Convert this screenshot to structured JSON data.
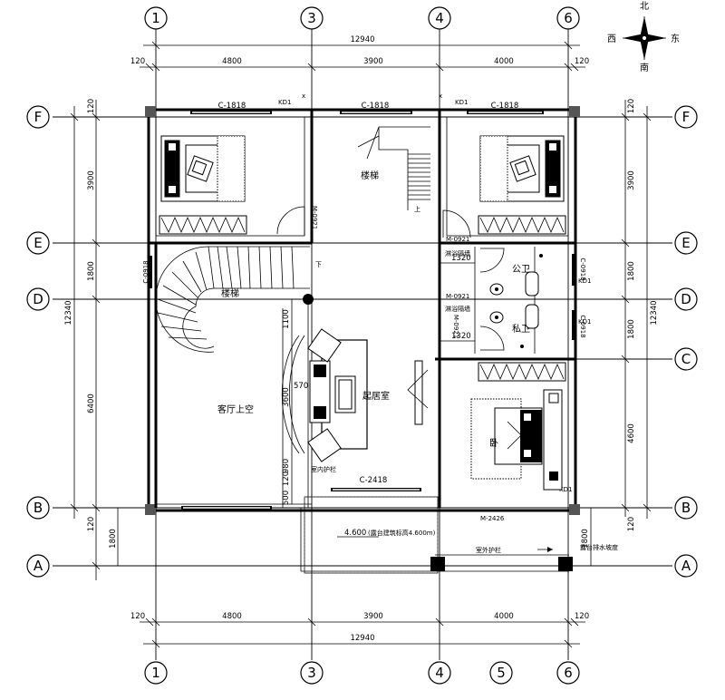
{
  "plan": {
    "axes_vertical": [
      "1",
      "3",
      "4",
      "6"
    ],
    "axis_extra": "5",
    "axes_horizontal": [
      "F",
      "E",
      "D",
      "C",
      "B",
      "A"
    ],
    "top_total": "12940",
    "bottom_total": "12940",
    "span_a": "4800",
    "span_b": "3900",
    "span_c": "4000",
    "edge_120": "120",
    "left_total": "12340",
    "right_total": "12340",
    "v_3900": "3900",
    "v_1800": "1800",
    "v_6400": "6400",
    "v_4600": "4600",
    "v_1100": "1100",
    "v_3600": "3600",
    "v_980": "980",
    "v_570": "570",
    "v_500": "500",
    "v_1320": "1320",
    "compass": {
      "north": "北",
      "east": "东",
      "west": "西",
      "south": "南"
    },
    "windows": {
      "c1818": "C-1818",
      "c2418": "C-2418",
      "c0918": "C-0918",
      "kd1": "KD1",
      "x": "x"
    },
    "doors": {
      "m0921": "M-0921",
      "m0921b": "M-0921",
      "m0921c": "M-0921",
      "m0921d": "M-0921",
      "m2426": "M-2426"
    },
    "rooms": {
      "stair": "楼梯",
      "stair_down": "下",
      "stair_up": "上",
      "living_void": "客厅上空",
      "family_room": "起居室",
      "public_bath": "公卫",
      "private_bath": "私卫",
      "bedroom": "卧"
    },
    "notes": {
      "terrace": "4.600",
      "terrace_sub": "(露台建筑标高4.600m)",
      "rail": "室内护栏",
      "rail2": "室外护栏",
      "slope": "露台排水坡度",
      "shower": "淋浴隔墙"
    }
  }
}
